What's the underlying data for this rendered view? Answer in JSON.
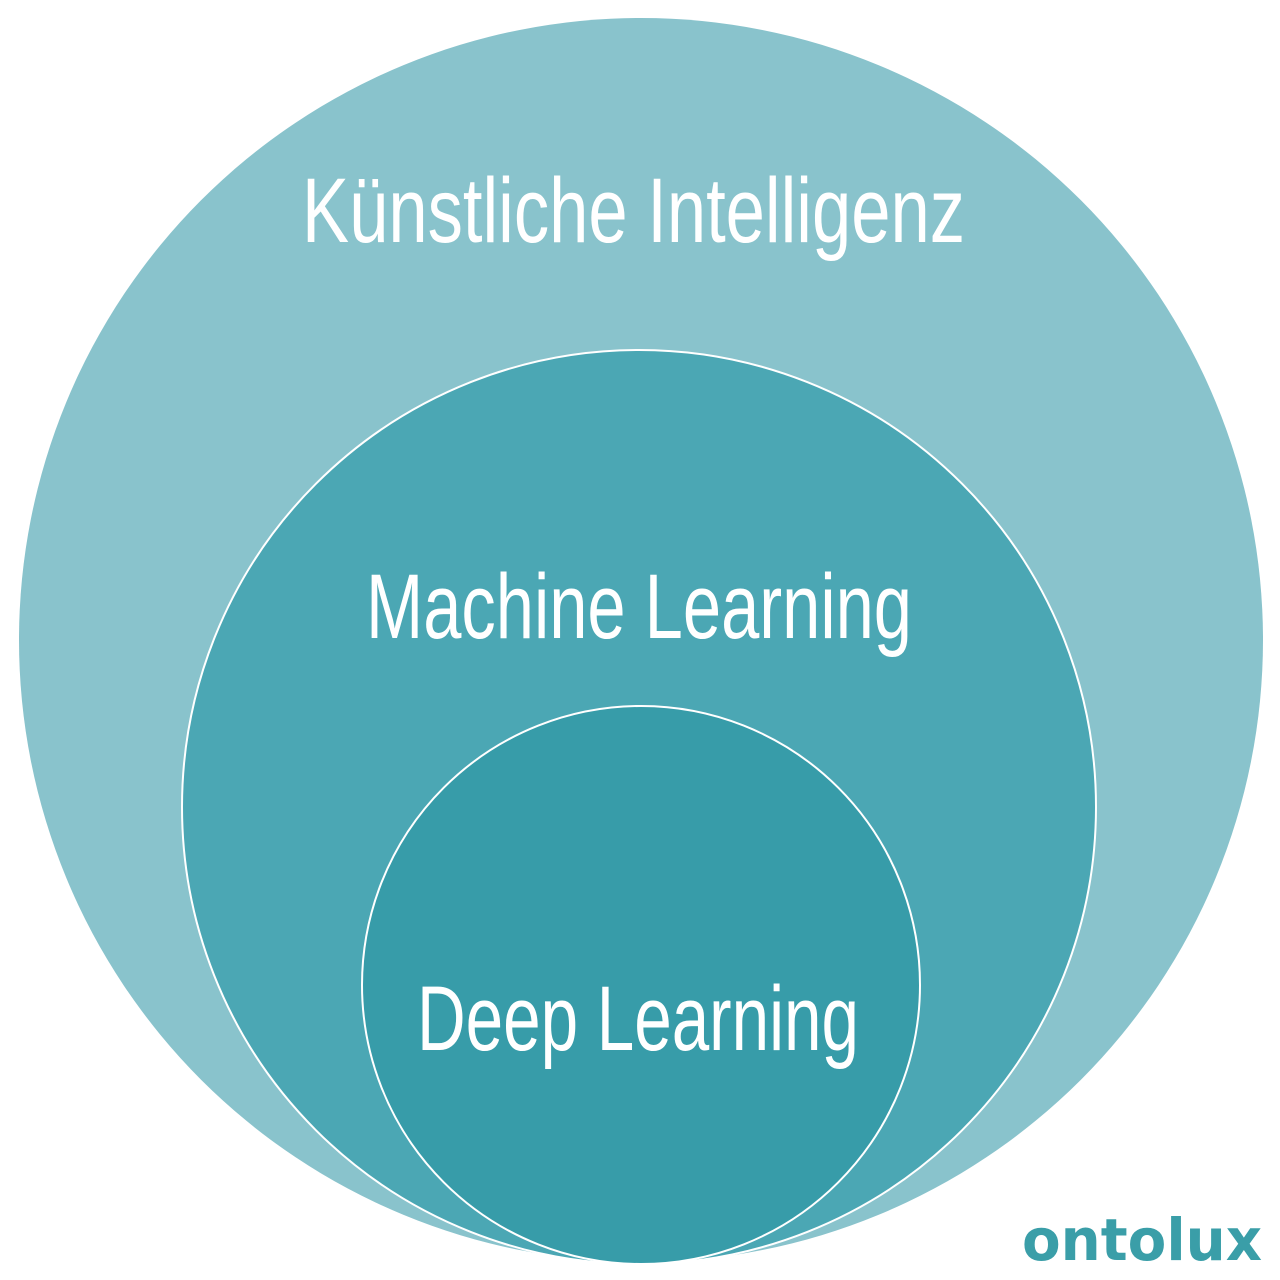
{
  "diagram": {
    "circles": [
      {
        "label": "Künstliche Intelligenz",
        "color": "#89c3cc"
      },
      {
        "label": "Machine Learning",
        "color": "#4ba7b4"
      },
      {
        "label": "Deep Learning",
        "color": "#379ca9"
      }
    ],
    "outline_color": "#ffffff"
  },
  "logo": {
    "text": "ontolux",
    "color": "#3a9ea8"
  }
}
